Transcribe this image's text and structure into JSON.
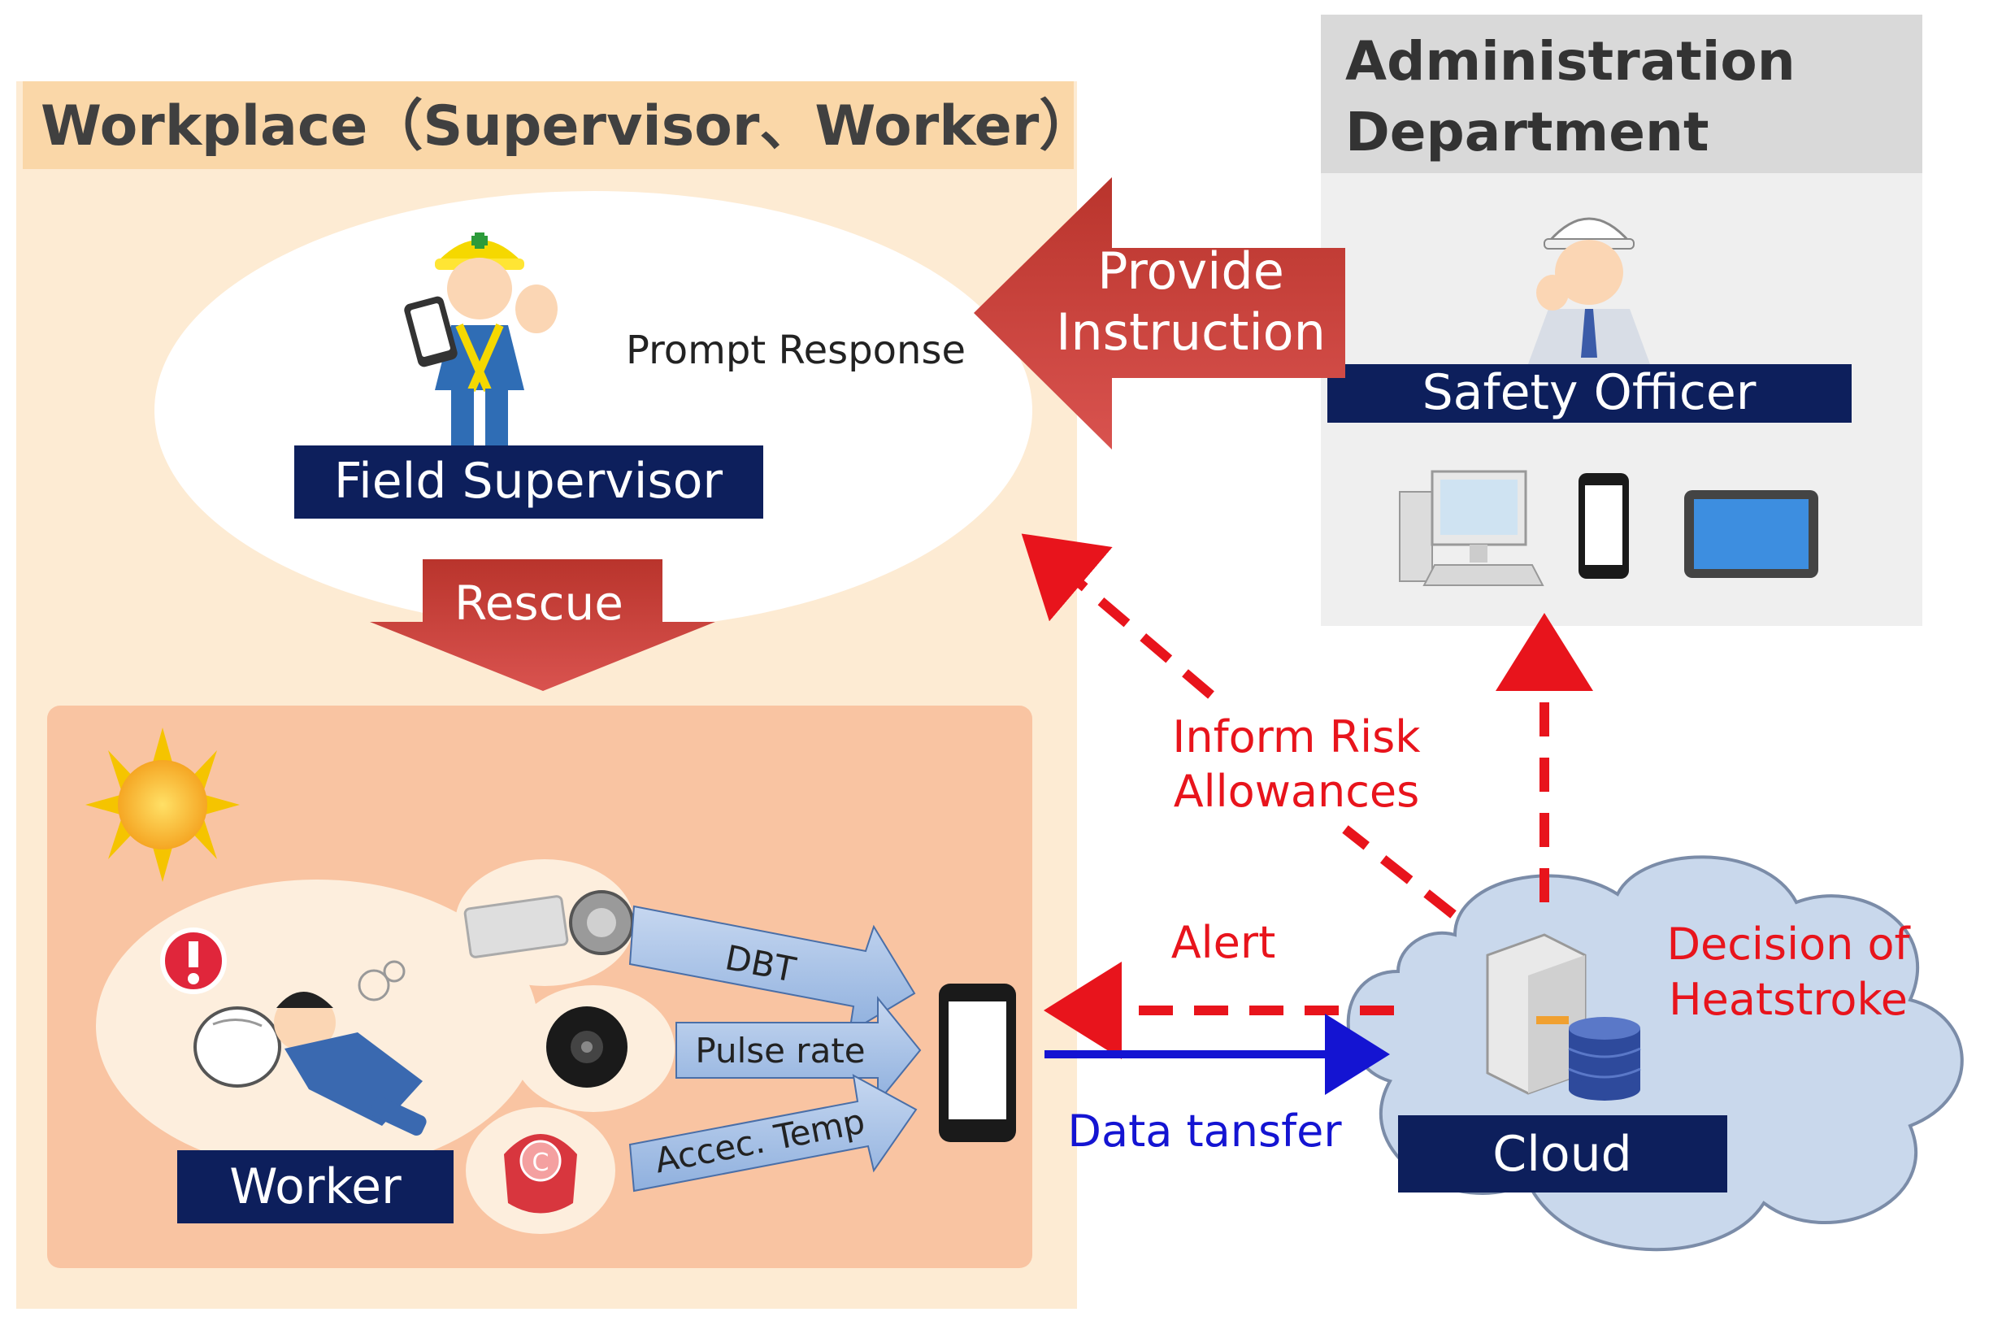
{
  "workplace": {
    "title": "Workplace（Supervisor、Worker）",
    "field_supervisor_label": "Field Supervisor",
    "prompt_response": "Prompt Response",
    "rescue": "Rescue",
    "worker_label": "Worker",
    "sensors": [
      "DBT",
      "Pulse rate",
      "Accec. Temp"
    ]
  },
  "admin": {
    "title_line1": "Administration",
    "title_line2": "Department",
    "safety_officer_label": "Safety Officer"
  },
  "flows": {
    "provide_line1": "Provide",
    "provide_line2": "Instruction",
    "inform_line1": "Inform Risk",
    "inform_line2": "Allowances",
    "alert": "Alert",
    "data_transfer": "Data tansfer"
  },
  "cloud": {
    "label": "Cloud",
    "decision_line1": "Decision of",
    "decision_line2": "Heatstroke"
  },
  "colors": {
    "navy": "#0d1f5c",
    "alert_red": "#e8141c",
    "arrow_red": "#c0392b",
    "transfer_blue": "#1414d2",
    "workplace_bg": "#fdebd3",
    "worker_area_bg": "#f9c4a2",
    "admin_bg": "#efefef",
    "cloud_fill": "#c9d8ec"
  }
}
